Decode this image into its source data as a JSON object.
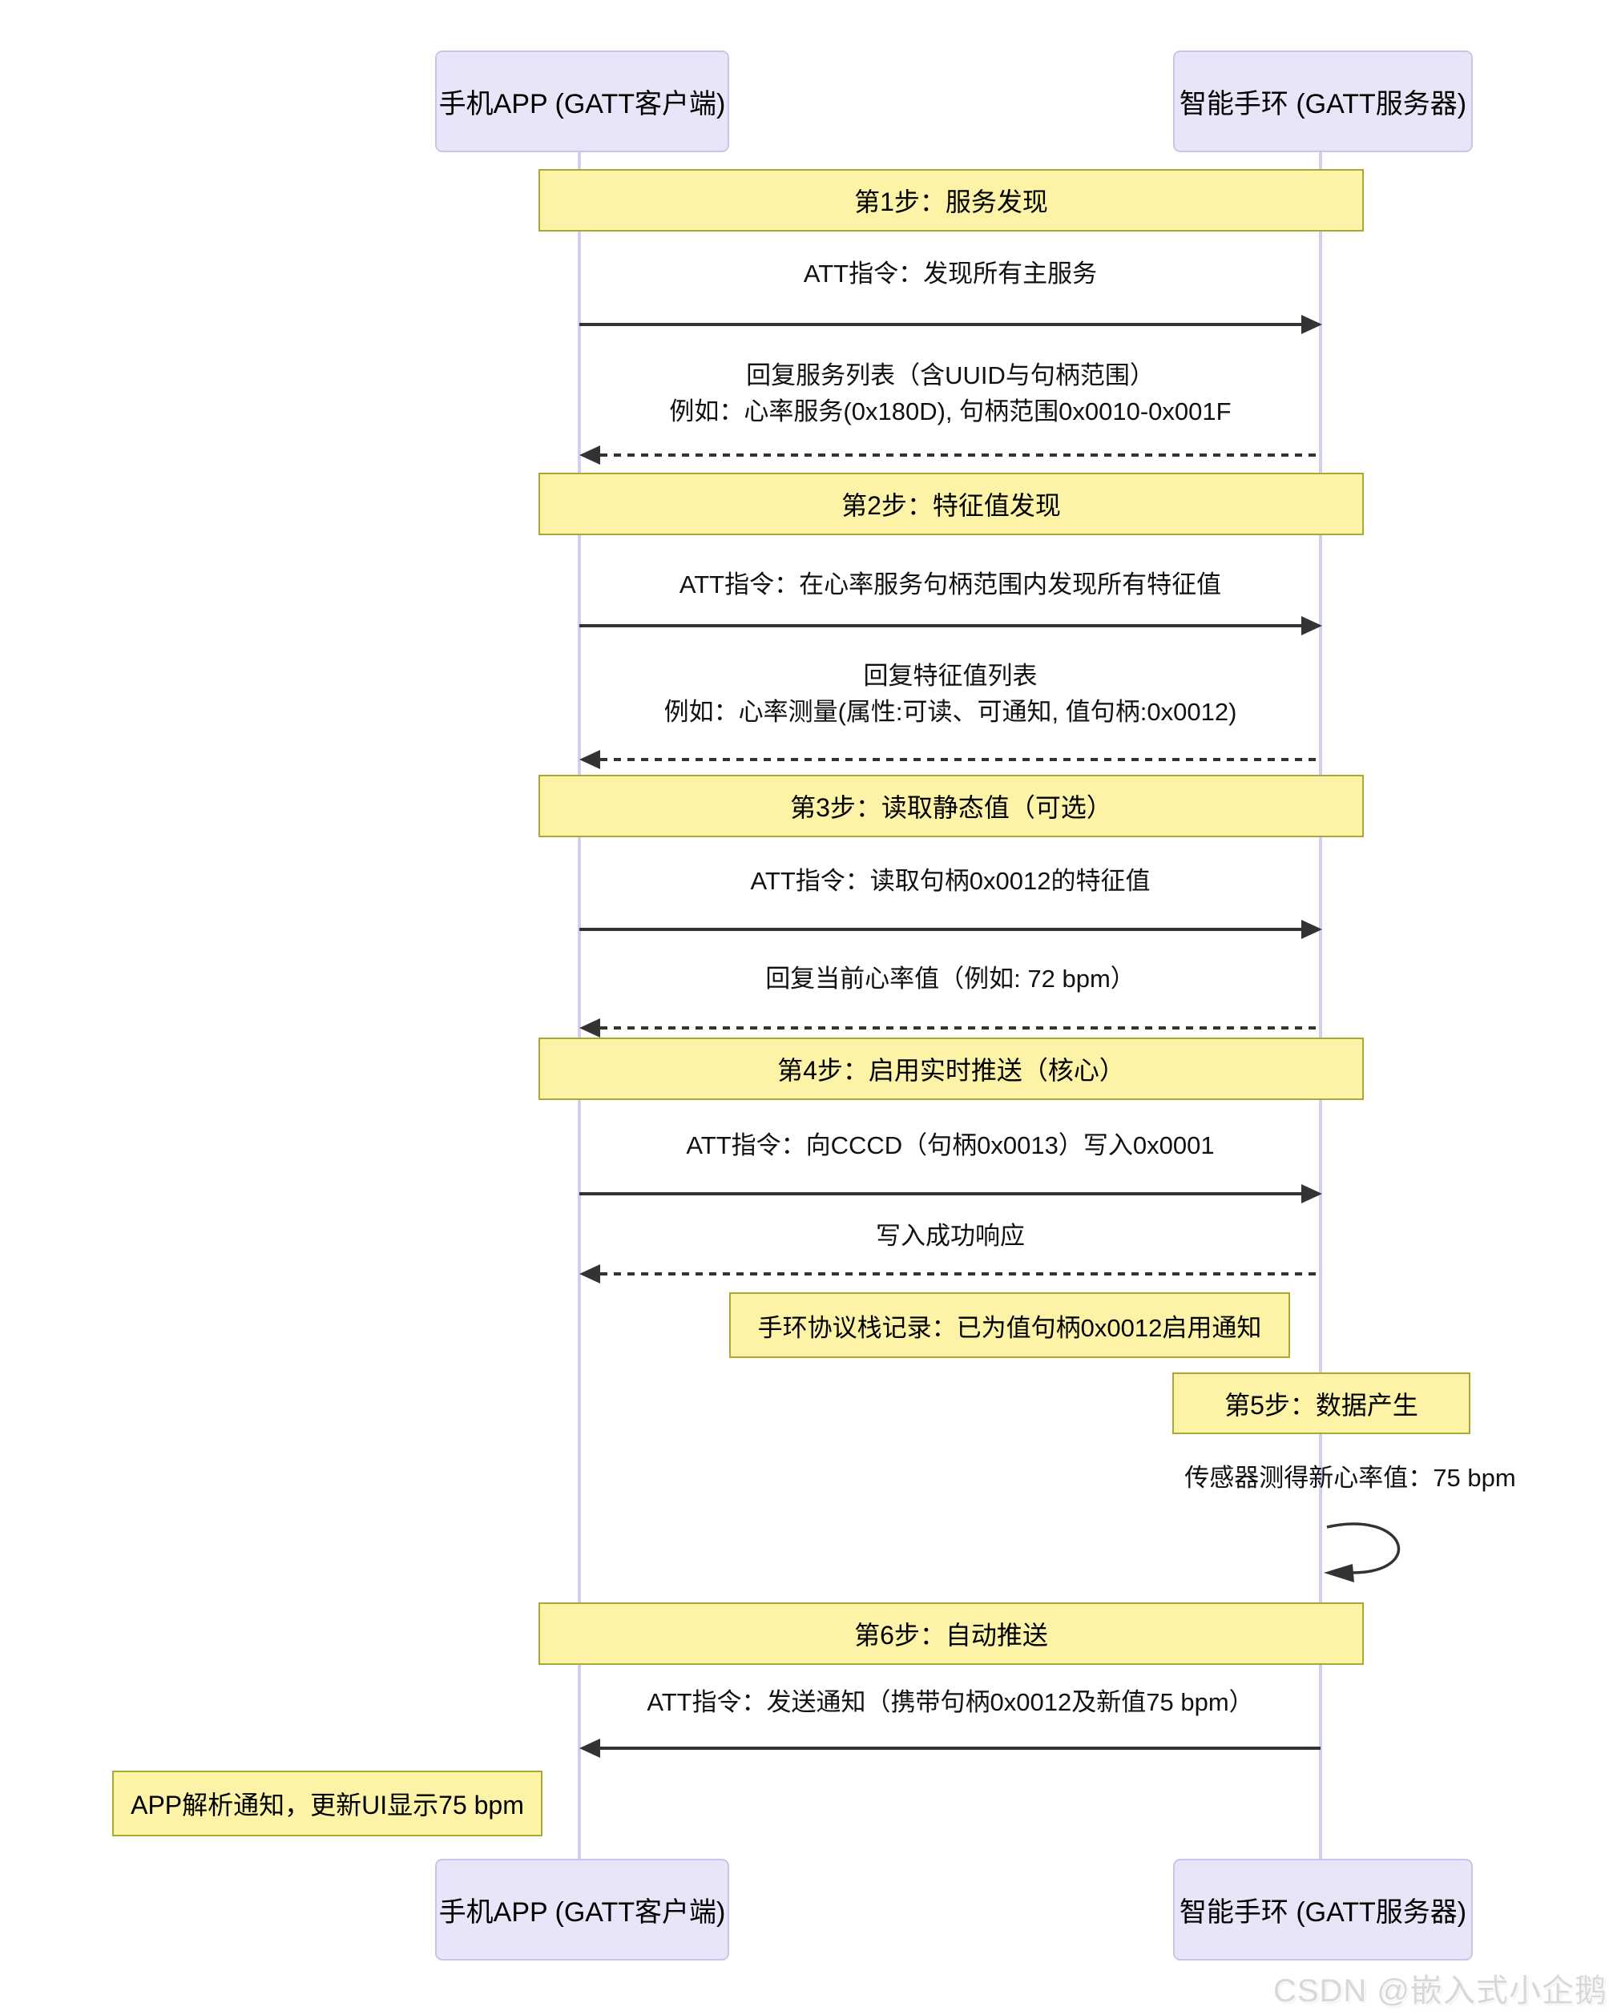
{
  "participants": {
    "client": "手机APP (GATT客户端)",
    "server": "智能手环 (GATT服务器)"
  },
  "steps": {
    "note1": "第1步：服务发现",
    "note2": "第2步：特征值发现",
    "note3": "第3步：读取静态值（可选）",
    "note4": "第4步：启用实时推送（核心）",
    "note5": "手环协议栈记录：已为值句柄0x0012启用通知",
    "note6": "第5步：数据产生",
    "note7": "第6步：自动推送",
    "note8": "APP解析通知，更新UI显示75 bpm"
  },
  "messages": {
    "m1": "ATT指令：发现所有主服务",
    "r1a": "回复服务列表（含UUID与句柄范围）",
    "r1b": "例如：心率服务(0x180D), 句柄范围0x0010-0x001F",
    "m2": "ATT指令：在心率服务句柄范围内发现所有特征值",
    "r2a": "回复特征值列表",
    "r2b": "例如：心率测量(属性:可读、可通知, 值句柄:0x0012)",
    "m3": "ATT指令：读取句柄0x0012的特征值",
    "r3": "回复当前心率值（例如: 72 bpm）",
    "m4": "ATT指令：向CCCD（句柄0x0013）写入0x0001",
    "r4": "写入成功响应",
    "m5": "传感器测得新心率值：75 bpm",
    "m6": "ATT指令：发送通知（携带句柄0x0012及新值75 bpm）"
  },
  "watermark": "CSDN @嵌入式小企鹅",
  "colors": {
    "note_fill": "#fdf3a7",
    "note_border": "#a8a832",
    "actor_fill": "#e9e5f8",
    "actor_border": "#ccc3ec",
    "lifeline": "#d5ccee",
    "arrow": "#333333"
  }
}
